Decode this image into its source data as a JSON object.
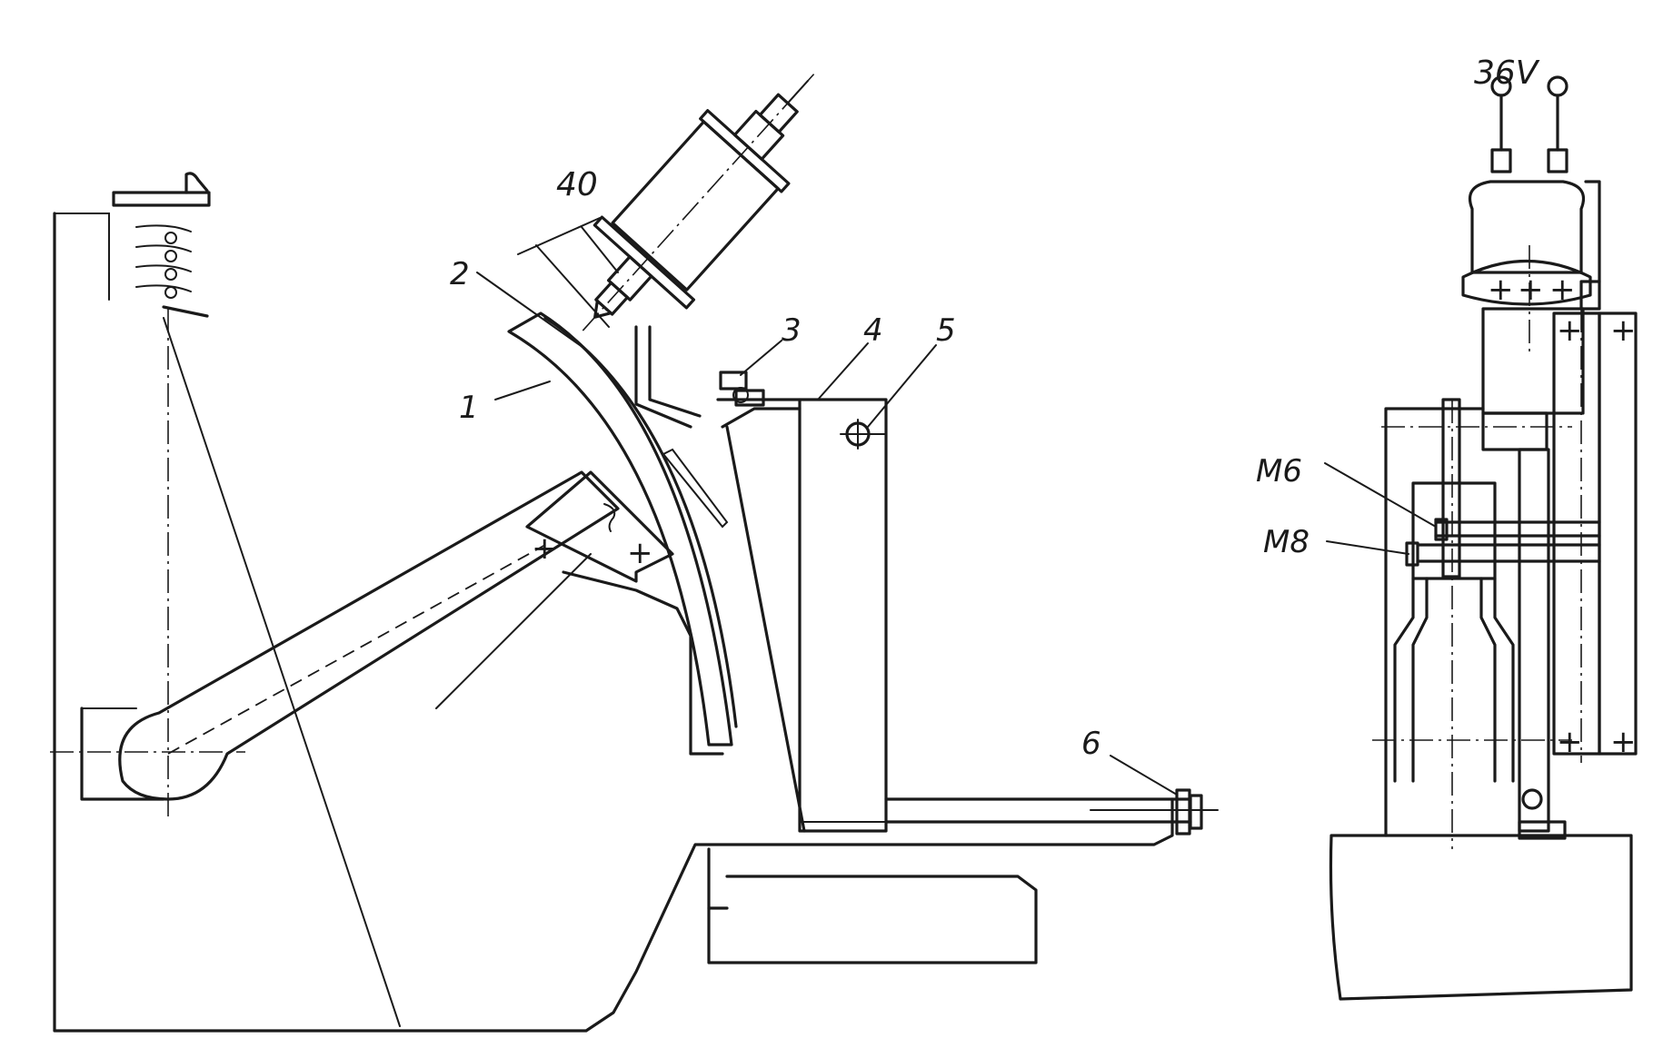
{
  "side_view": {
    "dimension": "40",
    "part_labels": [
      "1",
      "2",
      "3",
      "4",
      "5",
      "6"
    ]
  },
  "front_view": {
    "voltage": "36V",
    "bolt_labels": [
      "M6",
      "M8"
    ]
  }
}
